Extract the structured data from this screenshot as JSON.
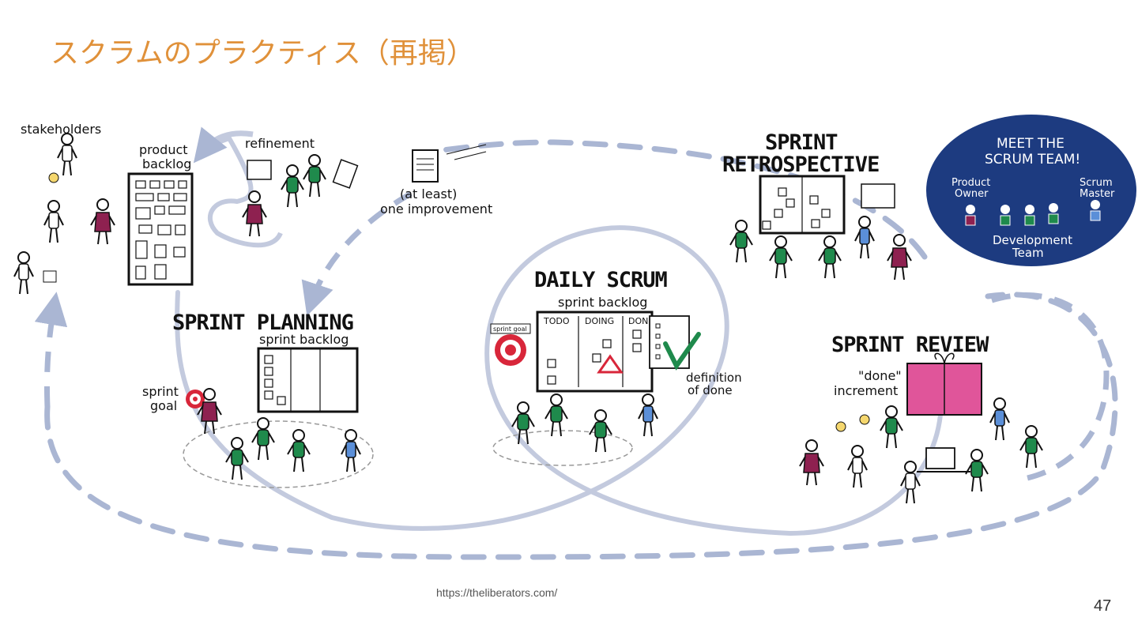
{
  "slide": {
    "title": "スクラムのプラクティス（再掲）",
    "source_url": "https://theliberators.com/",
    "page_number": "47"
  },
  "diagram": {
    "stakeholders": "stakeholders",
    "product_backlog": [
      "product",
      "backlog"
    ],
    "refinement": "refinement",
    "improvement": [
      "(at least)",
      "one improvement"
    ],
    "sprint_planning": {
      "title": "SPRINT PLANNING",
      "sprint_backlog": "sprint backlog",
      "sprint_goal": [
        "sprint",
        "goal"
      ]
    },
    "daily_scrum": {
      "title": "DAILY SCRUM",
      "sprint_backlog": "sprint backlog",
      "columns": [
        "TODO",
        "DOING",
        "DONE"
      ],
      "sprint_goal_tag": "sprint goal",
      "definition_of_done": [
        "definition",
        "of done"
      ]
    },
    "sprint_retrospective": {
      "title": [
        "SPRINT",
        "RETROSPECTIVE"
      ]
    },
    "sprint_review": {
      "title": "SPRINT REVIEW",
      "done_increment": [
        "\"done\"",
        "increment"
      ]
    },
    "scrum_team": {
      "title": [
        "MEET THE",
        "SCRUM TEAM!"
      ],
      "product_owner": [
        "Product",
        "Owner"
      ],
      "scrum_master": [
        "Scrum",
        "Master"
      ],
      "development_team": [
        "Development",
        "Team"
      ]
    },
    "colors": {
      "title": "#e0913a",
      "loop": "#c3cade",
      "dash": "#aab6d3",
      "team_oval": "#1d3b80",
      "green": "#1f8a4c",
      "maroon": "#8e2150",
      "blue": "#5b8fd8",
      "pink": "#e0559a",
      "red": "#d8263a"
    }
  }
}
